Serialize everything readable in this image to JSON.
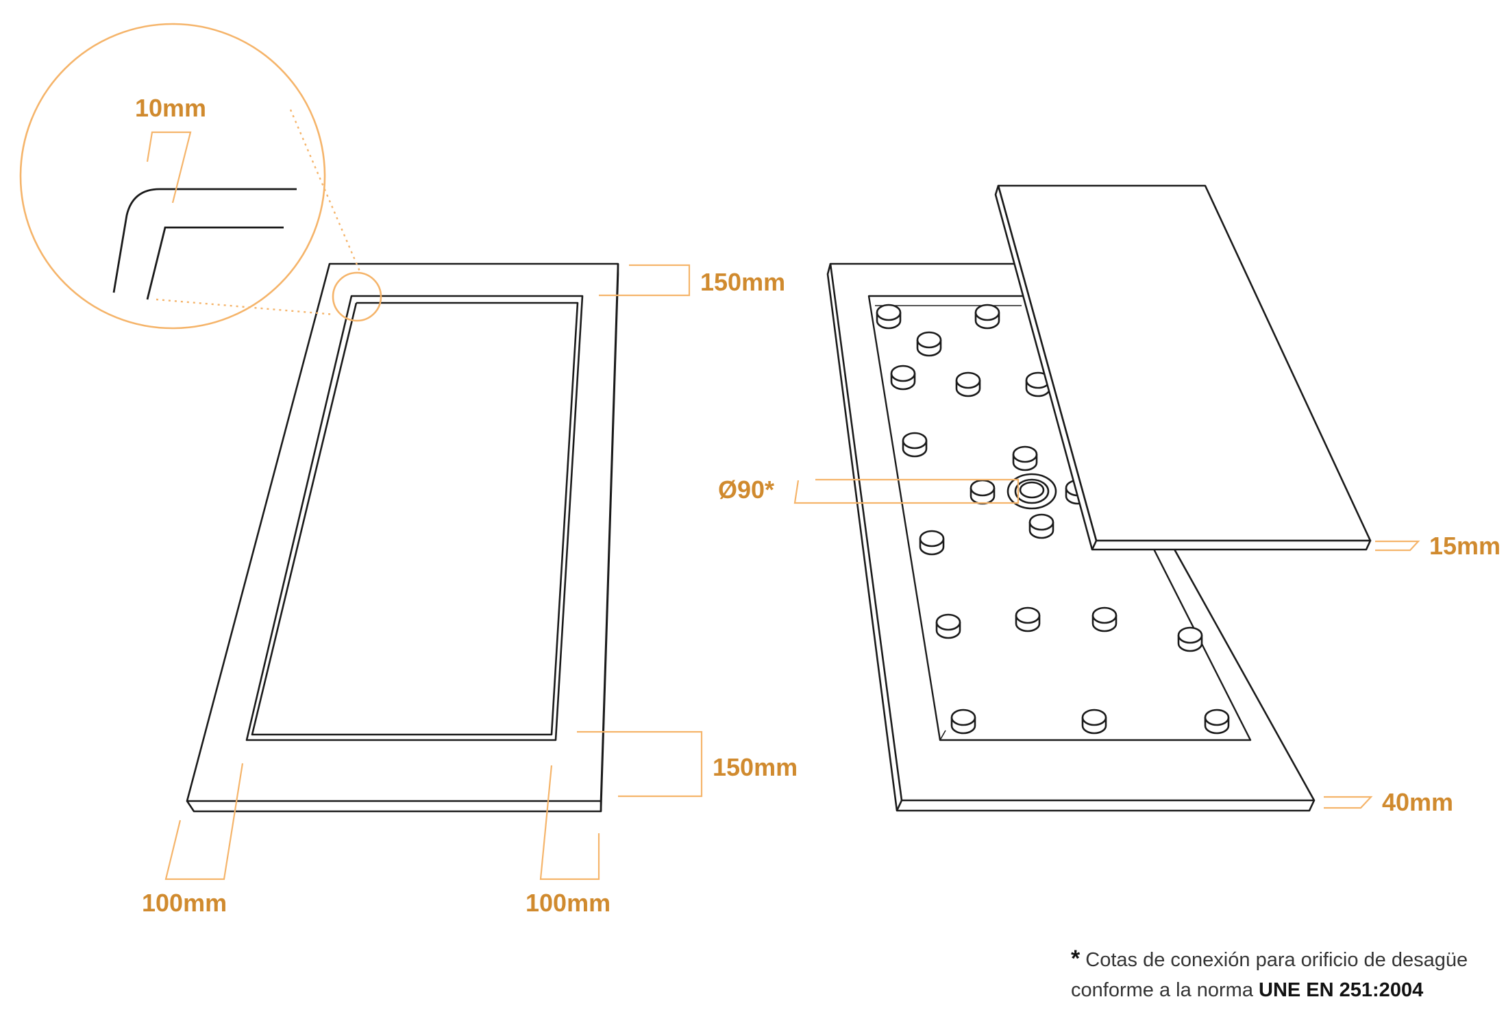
{
  "colors": {
    "accent": "#d08a2e",
    "accent_light": "#f5b46a",
    "line": "#1a1a1a"
  },
  "left_drawing": {
    "detail_label": "10mm",
    "top_label": "150mm",
    "bottom_label": "150mm",
    "left_label": "100mm",
    "right_label": "100mm"
  },
  "right_drawing": {
    "drain_label": "Ø90*",
    "cover_label": "15mm",
    "base_label": "40mm"
  },
  "footnote": {
    "marker": "*",
    "line1": "Cotas de conexión para orificio de desagüe",
    "line2_prefix": "conforme a la norma ",
    "norm": "UNE EN 251:2004"
  }
}
